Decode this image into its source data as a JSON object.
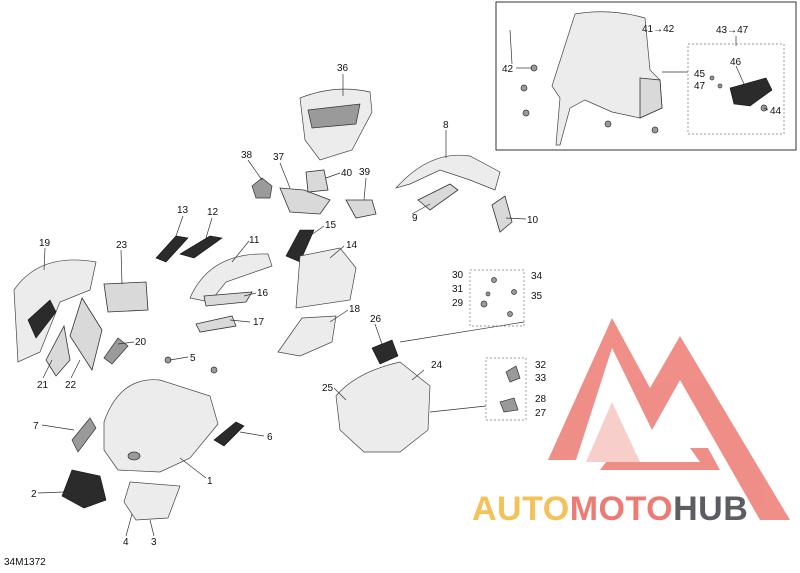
{
  "diagram": {
    "code": "34M1372",
    "callouts": {
      "c1": "1",
      "c2": "2",
      "c3": "3",
      "c4": "4",
      "c5": "5",
      "c6": "6",
      "c7": "7",
      "c8": "8",
      "c9": "9",
      "c10": "10",
      "c11": "11",
      "c12": "12",
      "c13": "13",
      "c14": "14",
      "c15": "15",
      "c16": "16",
      "c17": "17",
      "c18": "18",
      "c19": "19",
      "c20": "20",
      "c21": "21",
      "c22": "22",
      "c23": "23",
      "c24": "24",
      "c25": "25",
      "c26": "26",
      "c27": "27",
      "c28": "28",
      "c29": "29",
      "c30": "30",
      "c31": "31",
      "c32": "32",
      "c33": "33",
      "c34": "34",
      "c35": "35",
      "c36": "36",
      "c37": "37",
      "c38": "38",
      "c39": "39",
      "c40": "40",
      "c4142": "41→42",
      "c42": "42",
      "c4347": "43→47",
      "c44": "44",
      "c45": "45",
      "c46": "46",
      "c47": "47"
    }
  },
  "watermark": {
    "word1": "AUTO",
    "word2": "MOTO",
    "word3": "HUB",
    "colors": {
      "yellow": "#f3c35a",
      "red": "#ec7b73",
      "gray": "#5b5d62"
    }
  }
}
